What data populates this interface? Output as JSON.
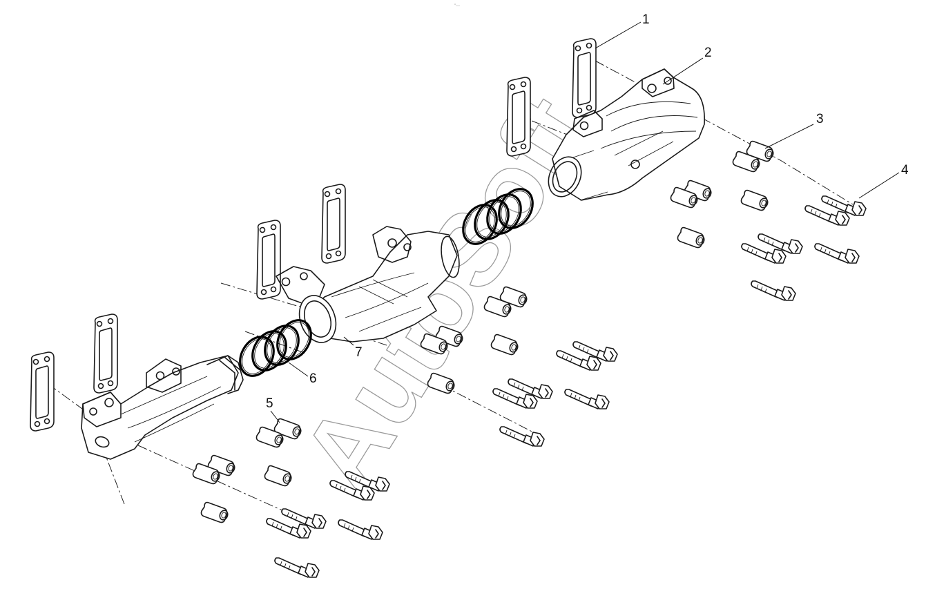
{
  "callouts": [
    {
      "id": "1",
      "label": "1"
    },
    {
      "id": "2",
      "label": "2"
    },
    {
      "id": "3",
      "label": "3"
    },
    {
      "id": "4",
      "label": "4"
    },
    {
      "id": "5",
      "label": "5"
    },
    {
      "id": "6",
      "label": "6"
    },
    {
      "id": "7",
      "label": "7"
    }
  ],
  "watermark": {
    "text": "AutoSoft"
  },
  "top_mark": {
    "text": "\"—"
  }
}
